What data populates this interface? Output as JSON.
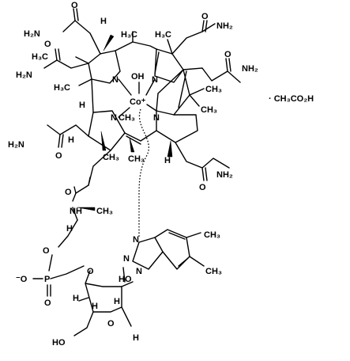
{
  "molecule": {
    "labels": {
      "nh2_top_left": "H₂N",
      "nh2_mid_left": "H₂N",
      "nh2_lower_left": "H₂N",
      "nh2_top_right": "NH₂",
      "nh2_mid_right": "NH₂",
      "nh2_lower_right": "NH₂",
      "o_generic": "O",
      "h_generic": "H",
      "n_generic": "N",
      "nh": "NH",
      "h3c_generic": "H₃C",
      "ch3_generic": "CH₃",
      "oh_axial": "OH",
      "cobalt": "Co⁺",
      "phosphorus": "P",
      "o_minus": "⁻O",
      "ho_sugar": "HO",
      "ho_ch2": "HO"
    },
    "salt": "· CH₃CO₂H"
  }
}
